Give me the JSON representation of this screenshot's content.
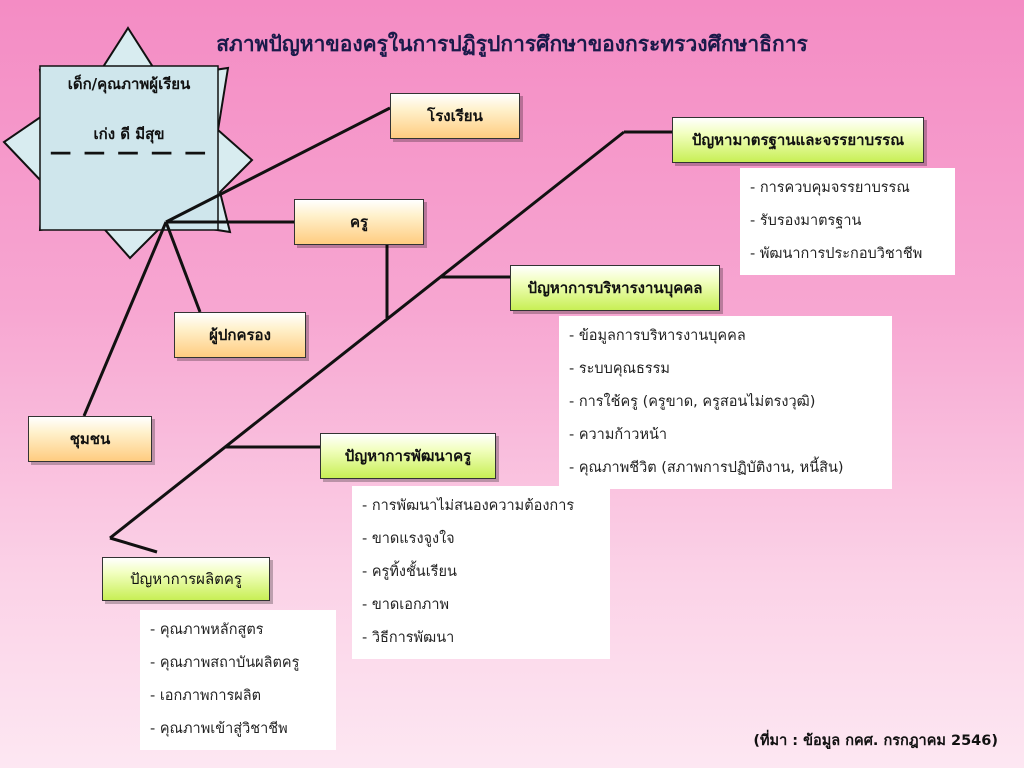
{
  "title": "สภาพปัญหาของครูในการปฏิรูปการศึกษาของกระทรวงศึกษาธิการ",
  "star": {
    "line1": "เด็ก/คุณภาพผู้เรียน",
    "line2": "เก่ง  ดี  มีสุข",
    "dashes": "— — — — —"
  },
  "nodes": {
    "school": "โรงเรียน",
    "teacher": "ครู",
    "parent": "ผู้ปกครอง",
    "community": "ชุมชน"
  },
  "problems": {
    "standards": {
      "label": "ปัญหามาตรฐานและจรรยาบรรณ",
      "items": [
        "- การควบคุมจรรยาบรรณ",
        "- รับรองมาตรฐาน",
        "- พัฒนาการประกอบวิชาชีพ"
      ]
    },
    "personnel": {
      "label": "ปัญหาการบริหารงานบุคคล",
      "items": [
        "- ข้อมูลการบริหารงานบุคคล",
        "- ระบบคุณธรรม",
        "- การใช้ครู (ครูขาด, ครูสอนไม่ตรงวุฒิ)",
        "- ความก้าวหน้า",
        "- คุณภาพชีวิต (สภาพการปฏิบัติงาน, หนี้สิน)"
      ]
    },
    "development": {
      "label": "ปัญหาการพัฒนาครู",
      "items": [
        "- การพัฒนาไม่สนองความต้องการ",
        "- ขาดแรงจูงใจ",
        "- ครูทิ้งชั้นเรียน",
        "- ขาดเอกภาพ",
        "- วิธีการพัฒนา"
      ]
    },
    "production": {
      "label": "ปัญหาการผลิตครู",
      "items": [
        "- คุณภาพหลักสูตร",
        "- คุณภาพสถาบันผลิตครู",
        "- เอกภาพการผลิต",
        "- คุณภาพเข้าสู่วิชาชีพ"
      ]
    }
  },
  "source": "(ที่มา : ข้อมูล กคศ. กรกฎาคม 2546)"
}
